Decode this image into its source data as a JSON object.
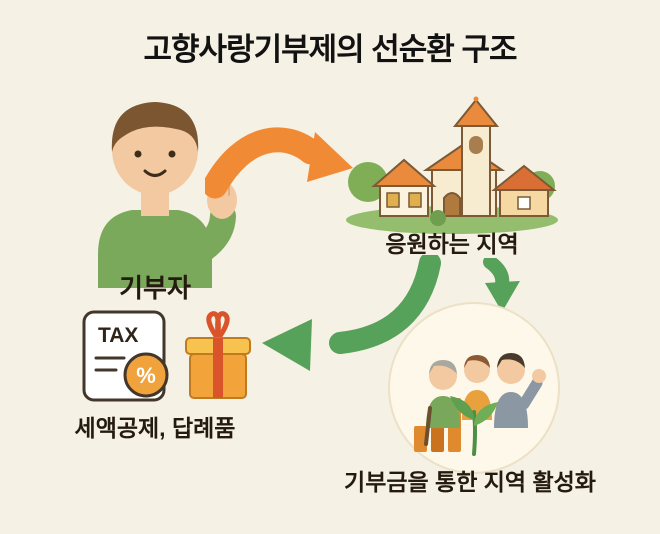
{
  "title": "고향사랑기부제의 선순환 구조",
  "labels": {
    "donor": "기부자",
    "region": "응원하는 지역",
    "revitalization": "기부금을 통한 지역 활성화",
    "benefits": "세액공제, 답례품"
  },
  "tax_icon": {
    "text": "TAX",
    "percent": "%"
  },
  "colors": {
    "background": "#f6f1e5",
    "title": "#121212",
    "label": "#241a10",
    "orange_arrow": "#f18a34",
    "green_arrow": "#57a25a",
    "skin": "#f3c9a2",
    "sweater_green": "#7aa95b",
    "roof_orange": "#e98a3c"
  }
}
